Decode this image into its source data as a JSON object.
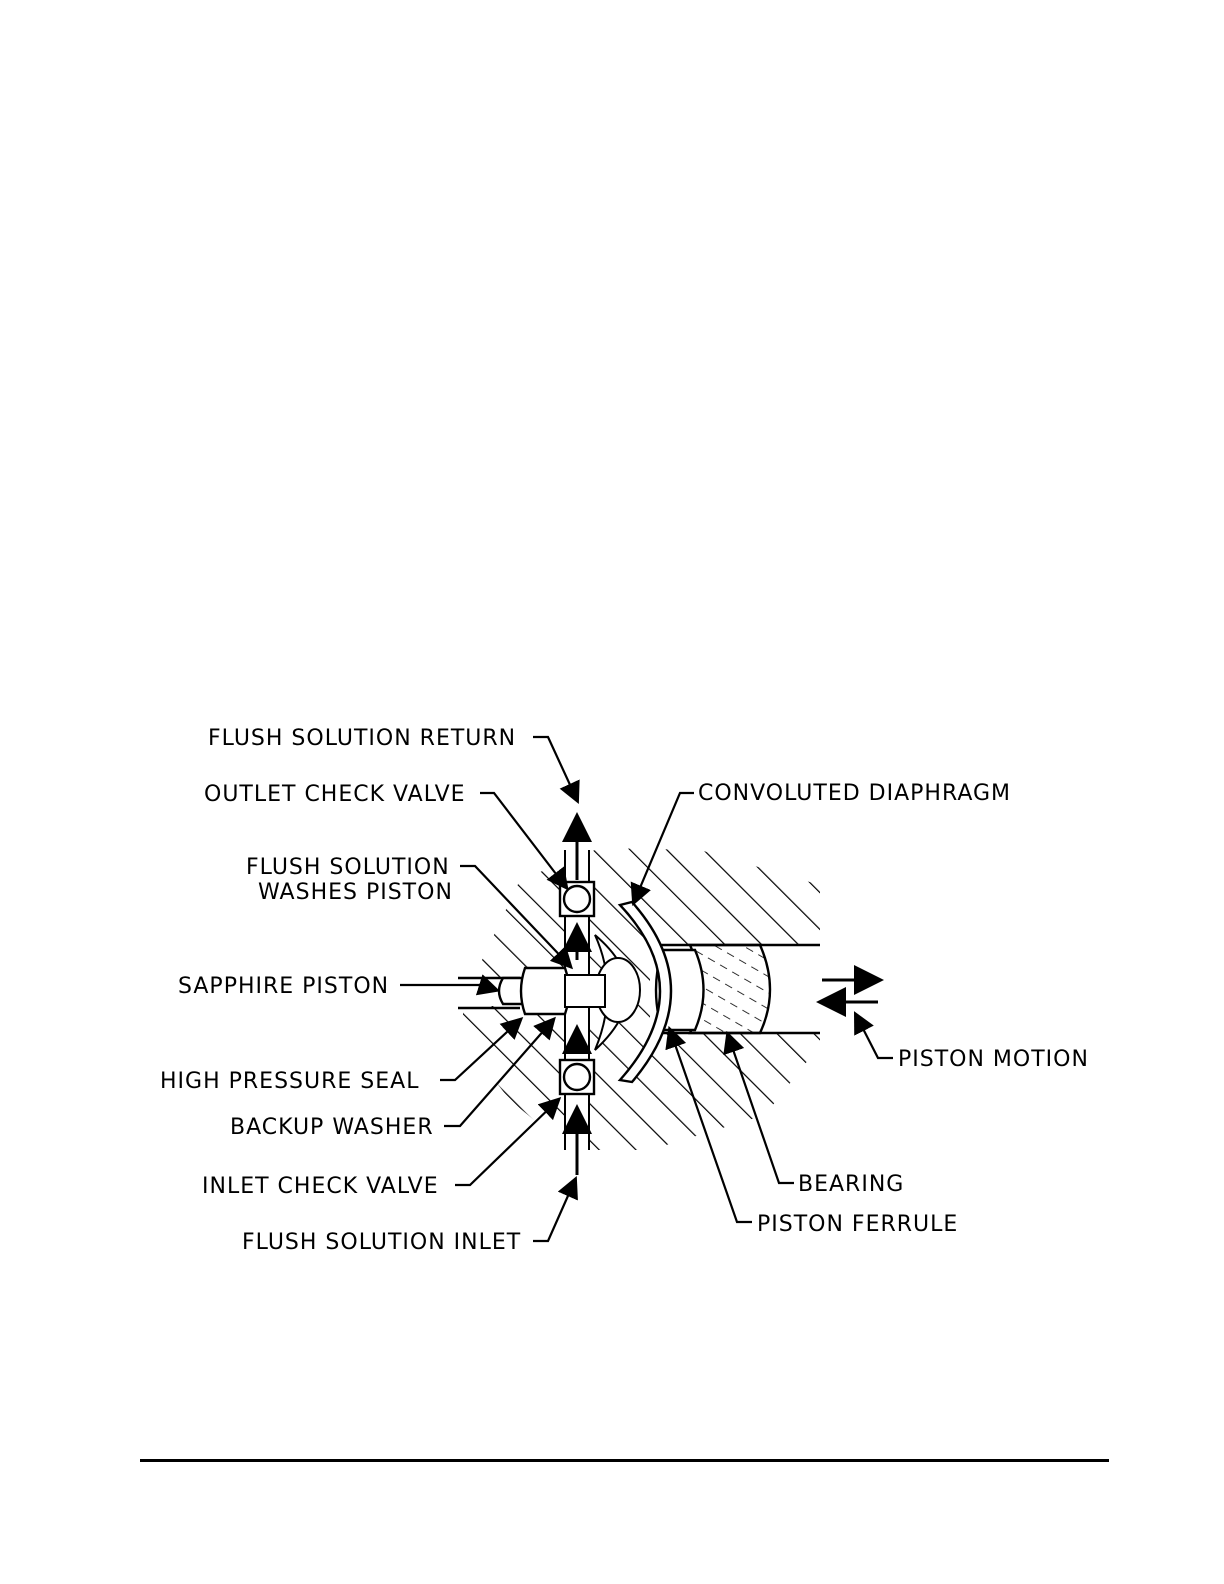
{
  "labels": {
    "flush_solution_return": "FLUSH SOLUTION RETURN",
    "outlet_check_valve": "OUTLET CHECK VALVE",
    "flush_solution_washes_1": "FLUSH SOLUTION",
    "flush_solution_washes_2": "WASHES PISTON",
    "sapphire_piston": "SAPPHIRE PISTON",
    "high_pressure_seal": "HIGH PRESSURE SEAL",
    "backup_washer": "BACKUP WASHER",
    "inlet_check_valve": "INLET CHECK VALVE",
    "flush_solution_inlet": "FLUSH SOLUTION INLET",
    "convoluted_diaphragm": "CONVOLUTED DIAPHRAGM",
    "piston_motion": "PISTON MOTION",
    "bearing": "BEARING",
    "piston_ferrule": "PISTON FERRULE"
  },
  "colors": {
    "ink": "#000000",
    "paper": "#ffffff"
  }
}
